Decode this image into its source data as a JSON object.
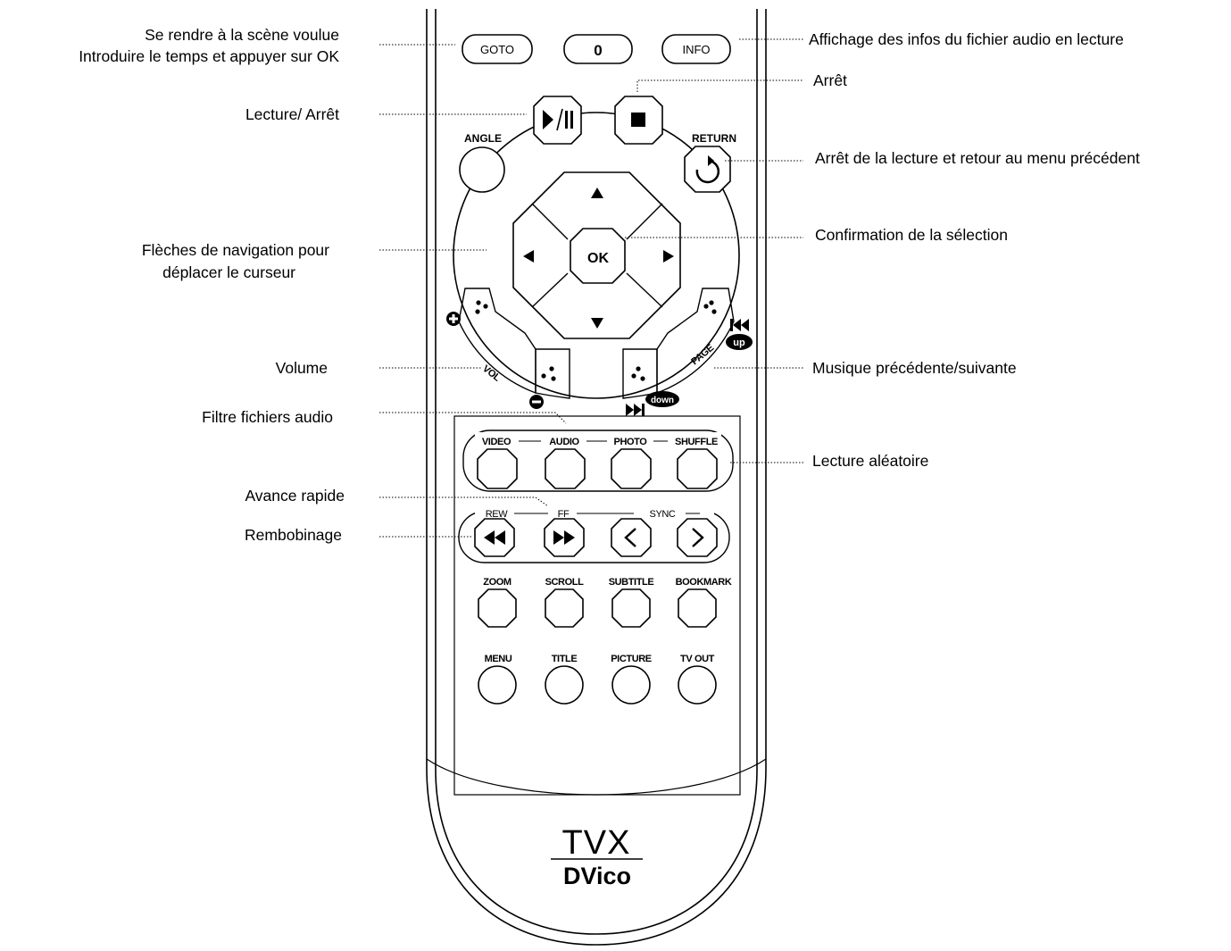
{
  "callouts": {
    "goto_line1": "Se rendre à la scène voulue",
    "goto_line2": "Introduire le temps et appuyer sur OK",
    "play_pause": "Lecture/ Arrêt",
    "navigation_line1": "Flèches de navigation pour",
    "navigation_line2": "déplacer le curseur",
    "volume": "Volume",
    "audio_filter": "Filtre fichiers audio",
    "fast_forward": "Avance rapide",
    "rewind": "Rembobinage",
    "info": "Affichage des infos du fichier audio en lecture",
    "stop": "Arrêt",
    "return": "Arrêt de la lecture et retour au menu précédent",
    "ok": "Confirmation de la sélection",
    "page": "Musique précédente/suivante",
    "shuffle": "Lecture aléatoire"
  },
  "remote": {
    "top_buttons": {
      "goto": "GOTO",
      "zero": "0",
      "info": "INFO"
    },
    "angle": "ANGLE",
    "return": "RETURN",
    "ok": "OK",
    "vol": "VOL",
    "page": "PAGE",
    "up": "up",
    "down": "down",
    "media_row": [
      "VIDEO",
      "AUDIO",
      "PHOTO",
      "SHUFFLE"
    ],
    "transport_row": {
      "rew": "REW",
      "ff": "FF",
      "sync": "SYNC"
    },
    "row3": [
      "ZOOM",
      "SCROLL",
      "SUBTITLE",
      "BOOKMARK"
    ],
    "row4": [
      "MENU",
      "TITLE",
      "PICTURE",
      "TV OUT"
    ],
    "brand_top": "TVX",
    "brand_bottom": "DVico"
  }
}
